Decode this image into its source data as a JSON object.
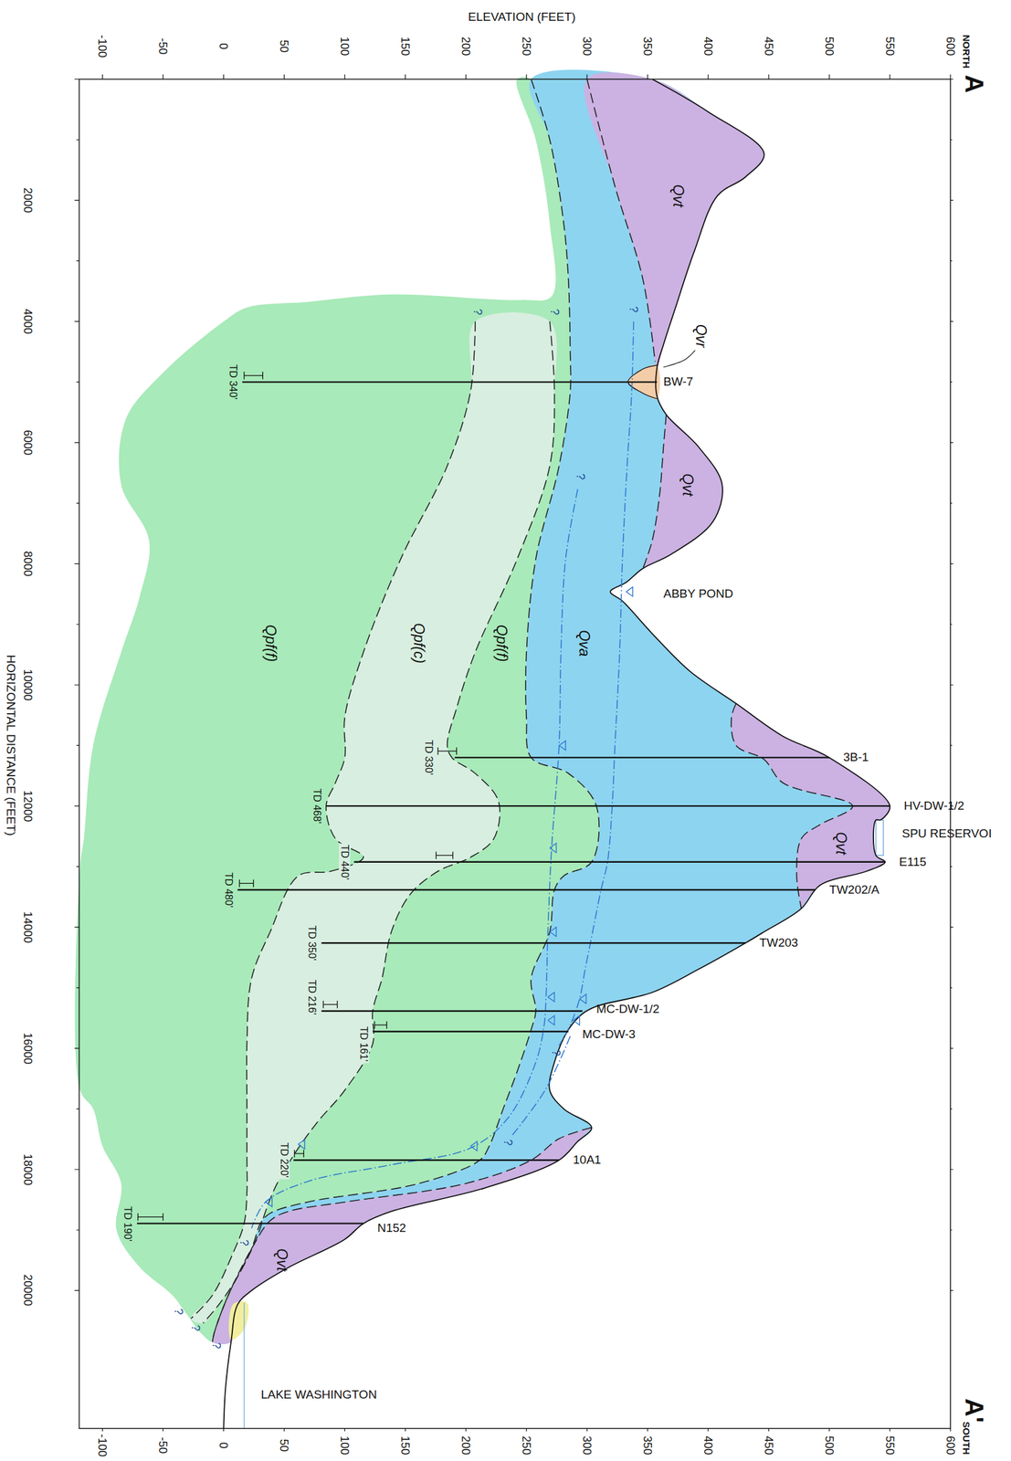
{
  "diagram": {
    "labels": [
      "ELEVATION (FEET)",
      "-100",
      "-50",
      "0",
      "50",
      "100",
      "150",
      "200",
      "250",
      "300",
      "350",
      "400",
      "450",
      "500",
      "550",
      "600",
      "NORTH",
      "A",
      "Qvt",
      "Qvr",
      "?",
      "?",
      "?",
      "BW-7",
      "TD 340'",
      "Qvt",
      "?",
      "ABBY POND",
      "Qva",
      "Qpf(f)",
      "Qpf(c)",
      "Qpf(f)",
      "3B-1",
      "TD 330'",
      "HV-DW-1/2",
      "TD 468'",
      "SPU RESERVOI",
      "Qvt",
      "E115",
      "TD 440'",
      "TW202/A",
      "TD 480'",
      "TW203",
      "TD 350'",
      "MC-DW-1/2",
      "TD 216'",
      "MC-DW-3",
      "TD 161'",
      "?",
      "10A1",
      "TD 220'",
      "?",
      "N152",
      "TD 190'",
      "Qvt",
      "?",
      "?",
      "?",
      "?",
      "LAKE WASHINGTON",
      "2000",
      "4000",
      "6000",
      "8000",
      "10000",
      "12000",
      "14000",
      "16000",
      "18000",
      "20000",
      "HORIZONTAL DISTANCE (FEET)",
      "-100",
      "-50",
      "0",
      "50",
      "100",
      "150",
      "200",
      "250",
      "300",
      "350",
      "400",
      "450",
      "500",
      "550",
      "600",
      "SOUTH",
      "A'"
    ]
  }
}
